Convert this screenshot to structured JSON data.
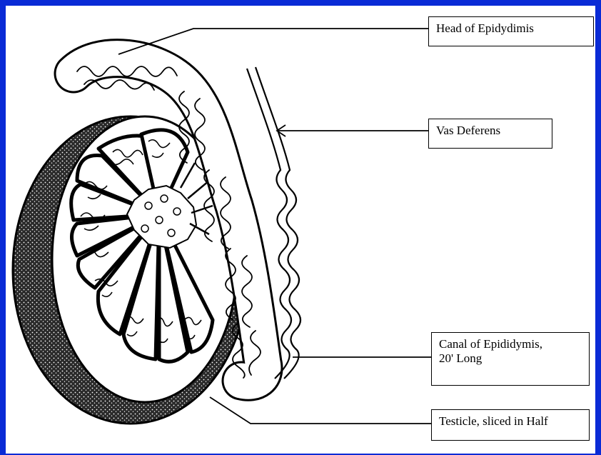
{
  "colors": {
    "border": "#0a2bd6",
    "background": "#ffffff",
    "ink": "#000000"
  },
  "labels": {
    "head_of_epididymis": "Head of Epidydimis",
    "vas_deferens": "Vas Deferens",
    "canal_of_epididymis": "Canal of Epididymis,\n20' Long",
    "testicle": "Testicle, sliced in Half"
  }
}
